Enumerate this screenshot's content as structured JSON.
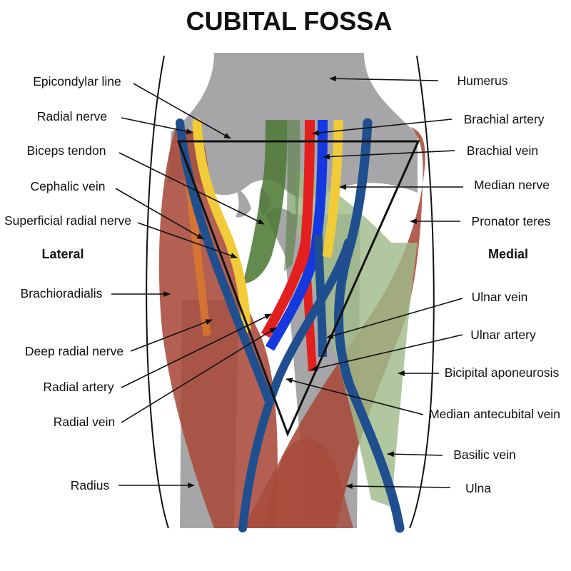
{
  "title": "CUBITAL FOSSA",
  "sides": {
    "lateral": "Lateral",
    "medial": "Medial"
  },
  "labels": {
    "humerus": "Humerus",
    "epicondylar_line": "Epicondylar line",
    "radial_nerve": "Radial nerve",
    "biceps_tendon": "Biceps tendon",
    "cephalic_vein": "Cephalic vein",
    "superficial_radial_nerve": "Superficial radial nerve",
    "brachioradialis": "Brachioradialis",
    "deep_radial_nerve": "Deep radial nerve",
    "radial_artery": "Radial artery",
    "radial_vein": "Radial vein",
    "radius": "Radius",
    "brachial_artery": "Brachial artery",
    "brachial_vein": "Brachial vein",
    "median_nerve": "Median nerve",
    "pronator_teres": "Pronator teres",
    "ulnar_vein": "Ulnar vein",
    "ulnar_artery": "Ulnar artery",
    "bicipital_aponeurosis": "Bicipital aponeurosis",
    "median_antecubital_vein": "Median antecubital vein",
    "basilic_vein": "Basilic vein",
    "ulna": "Ulna"
  },
  "colors": {
    "bone": "#a6a6a8",
    "muscle": "#a84a3a",
    "tendon": "#4f7a36",
    "aponeurosis": "#9fbb8a",
    "vein": "#1f4f8e",
    "deep_vein": "#1538e0",
    "artery": "#e41f1f",
    "nerve": "#f2cc38",
    "deep_nerve": "#d9782a"
  }
}
